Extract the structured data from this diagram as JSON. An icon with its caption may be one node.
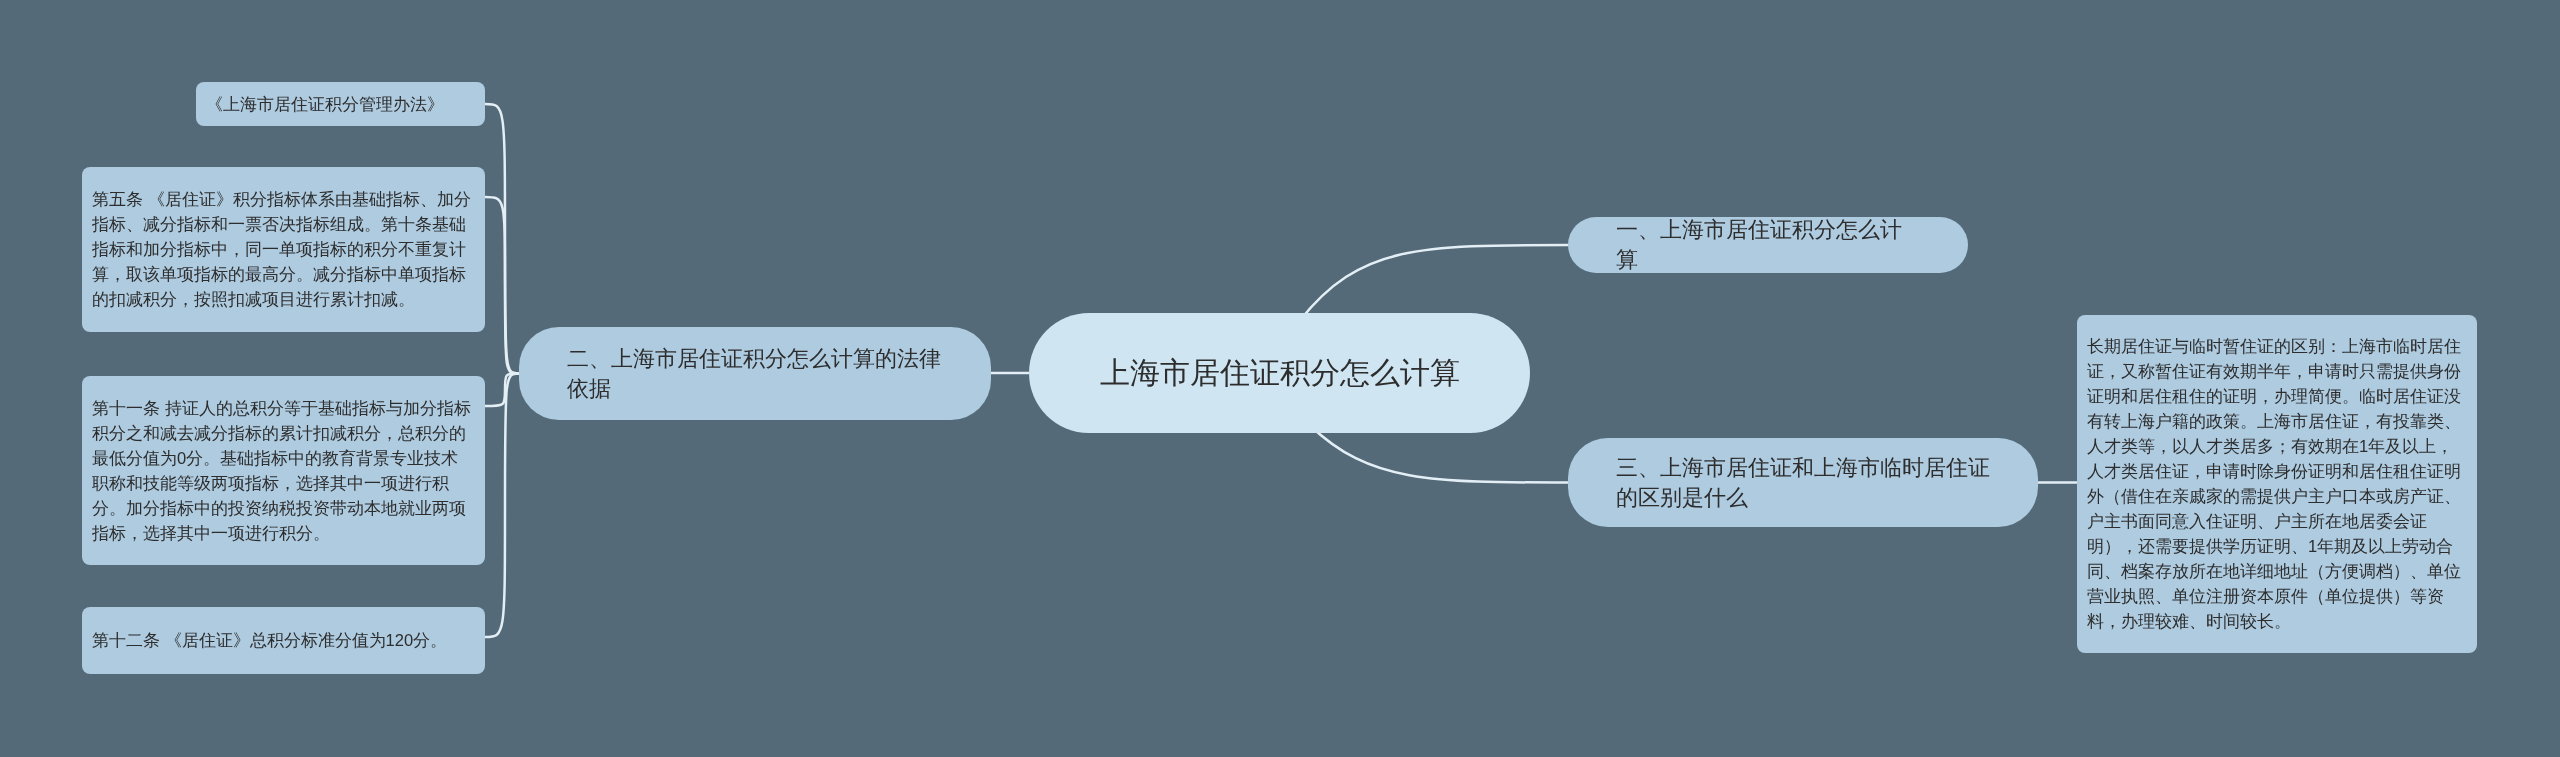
{
  "diagram": {
    "nodes": [
      {
        "text": [
          "上海市居住证积分怎么计算"
        ]
      },
      {
        "text": [
          "一、上海市居住证积分怎么计算"
        ]
      },
      {
        "text": [
          "二、上海市居住证积分怎么计算的法律依据"
        ]
      },
      {
        "text": [
          "三、上海市居住证和上海市临时居住证的区别是什么"
        ]
      },
      {
        "text": [
          "《上海市居住证积分管理办法》"
        ]
      },
      {
        "text": [
          "第五条 《居住证》积分指标体系由基础指标、加分指标、减分指标和一票否决指标组成。第十条基础指标和加分指标中，同一单项指标的积分不重复计算，取该单项指标的最高分。减分指标中单项指标的扣减积分，按照扣减项目进行累计扣减。"
        ]
      },
      {
        "text": [
          "第十一条 持证人的总积分等于基础指标与加分指标积分之和减去减分指标的累计扣减积分，总积分的最低分值为0分。基础指标中的教育背景专业技术职称和技能等级两项指标，选择其中一项进行积分。加分指标中的投资纳税投资带动本地就业两项指标，选择其中一项进行积分。"
        ]
      },
      {
        "text": [
          "第十二条 《居住证》总积分标准分值为120分。"
        ]
      },
      {
        "text": [
          "长期居住证与临时暂住证的区别：上海市临时居住证，又称暂住证有效期半年，申请时只需提供身份证明和居住租住的证明，办理简便。临时居住证没有转上海户籍的政策。上海市居住证，有投靠类、人才类等，以人才类居多；有效期在1年及以上，人才类居住证，申请时除身份证明和居住租住证明外（借住在亲戚家的需提供户主户口本或房产证、户主书面同意入住证明、户主所在地居委会证明），还需要提供学历证明、1年期及以上劳动合同、档案存放所在地详细地址（方便调档）、单位营业执照、单位注册资本原件（单位提供）等资料，办理较难、时间较长。"
        ]
      }
    ],
    "edges": [
      {
        "from": 0,
        "to": 1,
        "arrow": "none"
      },
      {
        "from": 0,
        "to": 2,
        "arrow": "none"
      },
      {
        "from": 0,
        "to": 3,
        "arrow": "none"
      },
      {
        "from": 2,
        "to": 4,
        "arrow": "none"
      },
      {
        "from": 2,
        "to": 5,
        "arrow": "none"
      },
      {
        "from": 2,
        "to": 6,
        "arrow": "none"
      },
      {
        "from": 2,
        "to": 7,
        "arrow": "none"
      },
      {
        "from": 3,
        "to": 8,
        "arrow": "none"
      }
    ]
  }
}
